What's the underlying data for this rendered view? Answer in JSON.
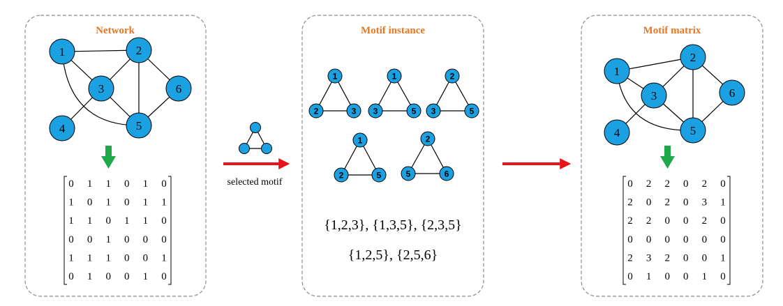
{
  "panels": {
    "network": {
      "title": "Network"
    },
    "motif_instance": {
      "title": "Motif instance"
    },
    "motif_matrix": {
      "title": "Motif matrix"
    }
  },
  "graph": {
    "nodes": [
      "1",
      "2",
      "3",
      "4",
      "5",
      "6"
    ],
    "edges": [
      [
        "1",
        "2"
      ],
      [
        "1",
        "3"
      ],
      [
        "1",
        "5"
      ],
      [
        "2",
        "3"
      ],
      [
        "2",
        "5"
      ],
      [
        "2",
        "6"
      ],
      [
        "3",
        "4"
      ],
      [
        "3",
        "5"
      ],
      [
        "5",
        "6"
      ]
    ]
  },
  "adjacency_matrix": [
    [
      0,
      1,
      1,
      0,
      1,
      0
    ],
    [
      1,
      0,
      1,
      0,
      1,
      1
    ],
    [
      1,
      1,
      0,
      1,
      1,
      0
    ],
    [
      0,
      0,
      1,
      0,
      0,
      0
    ],
    [
      1,
      1,
      1,
      0,
      0,
      1
    ],
    [
      0,
      1,
      0,
      0,
      1,
      0
    ]
  ],
  "motif_matrix": [
    [
      0,
      2,
      2,
      0,
      2,
      0
    ],
    [
      2,
      0,
      2,
      0,
      3,
      1
    ],
    [
      2,
      2,
      0,
      0,
      2,
      0
    ],
    [
      0,
      0,
      0,
      0,
      0,
      0
    ],
    [
      2,
      3,
      2,
      0,
      0,
      1
    ],
    [
      0,
      1,
      0,
      0,
      1,
      0
    ]
  ],
  "selected_motif_label": "selected motif",
  "motif_instances": [
    [
      "1",
      "2",
      "3"
    ],
    [
      "1",
      "3",
      "5"
    ],
    [
      "2",
      "3",
      "5"
    ],
    [
      "1",
      "2",
      "5"
    ],
    [
      "2",
      "5",
      "6"
    ]
  ],
  "instance_sets": {
    "line1": "{1,2,3}, {1,3,5}, {2,3,5}",
    "line2": "{1,2,5}, {2,5,6}"
  },
  "colors": {
    "node_fill": "#1ba1e2",
    "title": "#e87722",
    "red_arrow": "#e8141a",
    "green_arrow": "#1ea84a",
    "panel_border": "#8c8c8c"
  }
}
